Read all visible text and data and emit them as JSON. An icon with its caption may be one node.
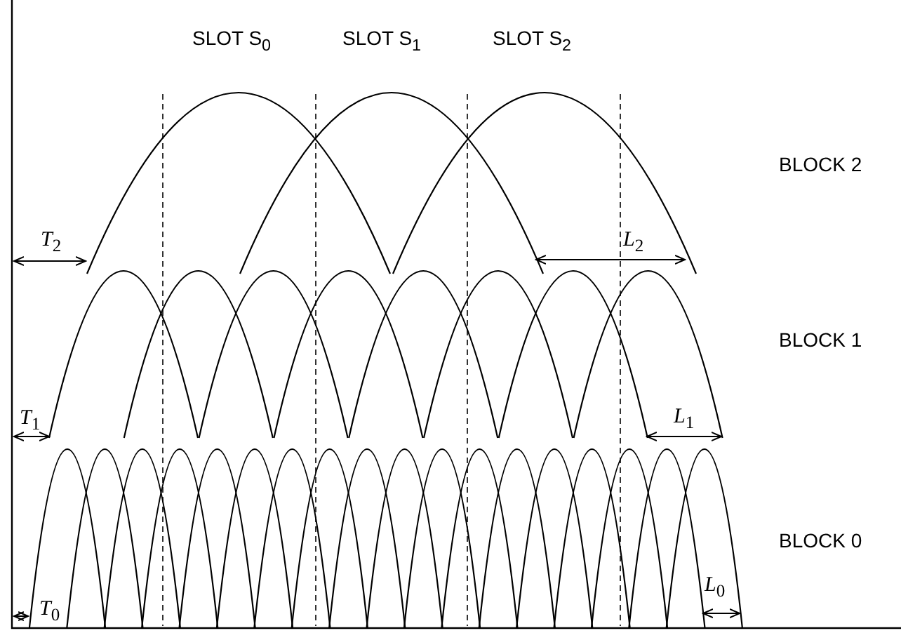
{
  "diagram": {
    "labels": [
      "SLOT S$_{0}$",
      "SLOT S$_{1}$",
      "SLOT S$_{2}$",
      "BLOCK 2",
      "*T*$_{2}$",
      "*L*$_{2}$",
      "BLOCK 1",
      "*T*$_{1}$",
      "*L*$_{1}$",
      "BLOCK 0",
      "*T*$_{0}$",
      "*L*$_{0}$"
    ]
  }
}
